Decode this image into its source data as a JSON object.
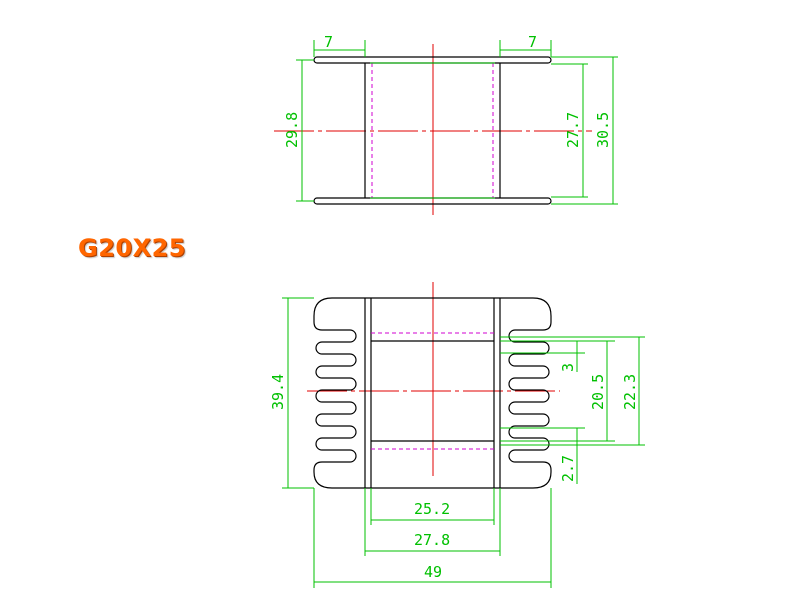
{
  "title": "G20X25",
  "top_view": {
    "flange_left": "7",
    "flange_right": "7",
    "height_left": "29.8",
    "inner_height": "27.7",
    "outer_height": "30.5"
  },
  "front_view": {
    "total_height": "39.4",
    "slot_gap": "3",
    "window_height": "20.5",
    "outer_window_height": "22.3",
    "bottom_gap": "2.7",
    "inner_width": "25.2",
    "outer_width": "27.8",
    "total_width": "49"
  },
  "colors": {
    "outline": "#000000",
    "dimension": "#00c000",
    "centerline": "#e00000",
    "hidden": "#d000d0",
    "title": "#ff6600"
  }
}
